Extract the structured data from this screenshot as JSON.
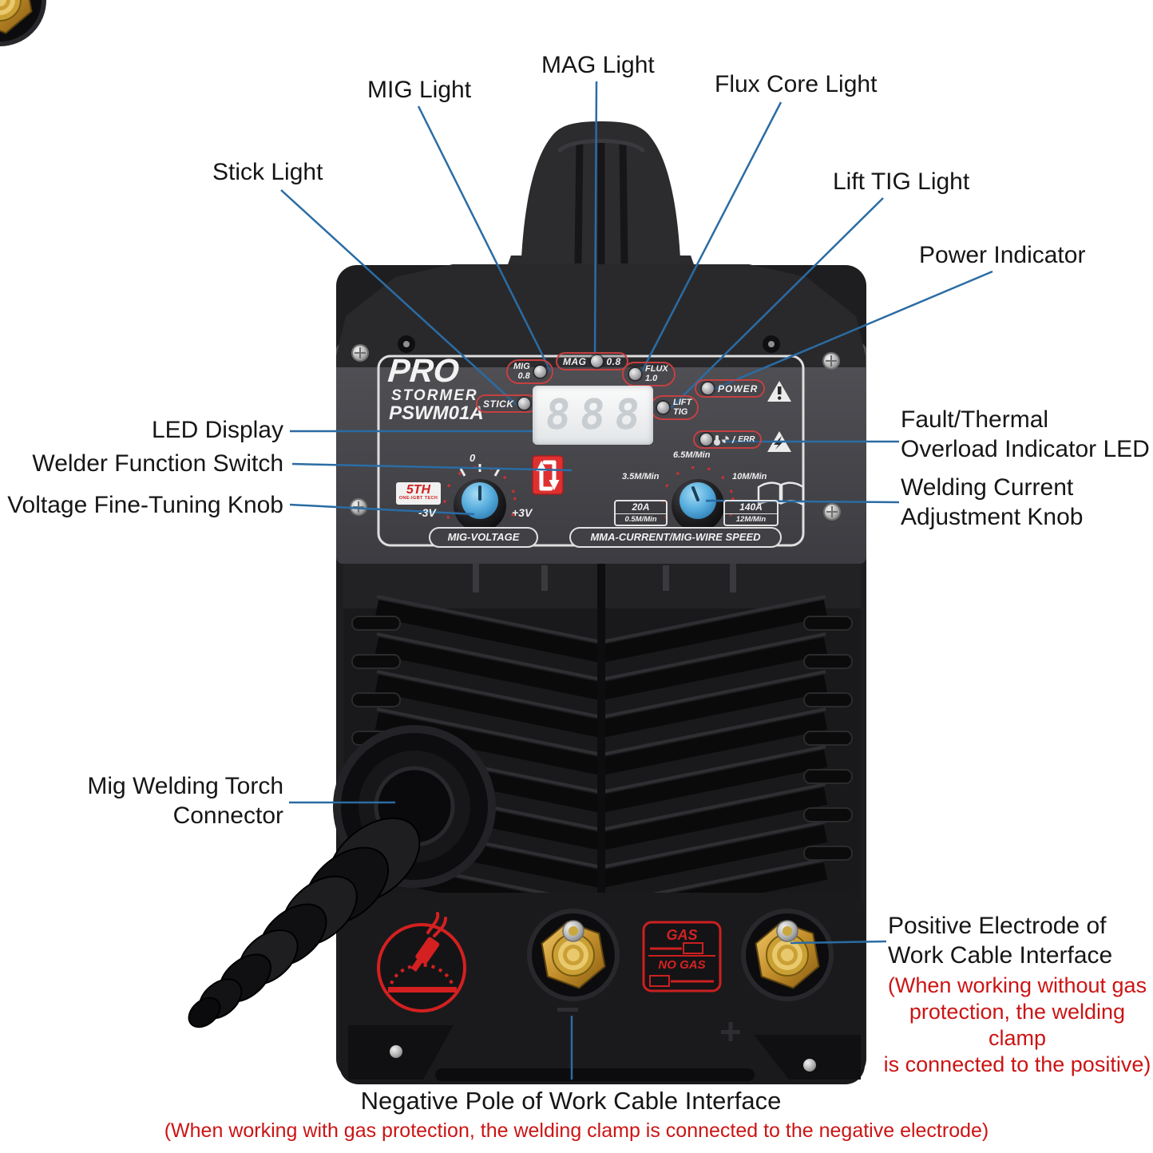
{
  "callouts": {
    "mag_light": "MAG Light",
    "mig_light": "MIG Light",
    "flux_core_light": "Flux Core Light",
    "stick_light": "Stick Light",
    "lift_tig_light": "Lift TIG Light",
    "power_indicator": "Power Indicator",
    "led_display": "LED Display",
    "welder_function_switch": "Welder Function Switch",
    "voltage_fine_tuning_knob": "Voltage Fine-Tuning Knob",
    "fault_thermal": {
      "line1": "Fault/Thermal",
      "line2": "Overload Indicator LED"
    },
    "welding_current": {
      "line1": "Welding Current",
      "line2": "Adjustment Knob"
    },
    "mig_torch": {
      "line1": "Mig Welding Torch",
      "line2": "Connector"
    },
    "positive_electrode": {
      "line1": "Positive Electrode of",
      "line2": "Work Cable Interface",
      "note_line1": "(When working without gas",
      "note_line2": "protection, the welding clamp",
      "note_line3": "is connected to the positive)"
    },
    "negative_pole": {
      "label": "Negative Pole of Work Cable Interface",
      "note": "(When working with gas protection, the welding clamp is connected to the negative electrode)"
    }
  },
  "panel": {
    "brand_top": "PRO",
    "brand_bottom": "STORMER",
    "model": "PSWM01A",
    "lights": {
      "mig": {
        "label": "MIG",
        "value": "0.8"
      },
      "mag": {
        "label": "MAG",
        "value": "0.8"
      },
      "flux": {
        "label": "FLUX",
        "value": "1.0"
      },
      "stick": {
        "label": "STICK"
      },
      "lift_tig": {
        "line1": "LIFT",
        "line2": "TIG"
      },
      "power": {
        "label": "POWER"
      },
      "err": {
        "label": "ERR",
        "slash": "/"
      }
    },
    "display_value": "888",
    "badge": {
      "title": "5TH",
      "subtitle": "ONE-IGBT TECH"
    },
    "voltage_knob": {
      "label": "MIG-VOLTAGE",
      "zero": "0",
      "min": "-3V",
      "max": "+3V"
    },
    "current_knob": {
      "label": "MMA-CURRENT/MIG-WIRE SPEED",
      "low": "3.5M/Min",
      "mid": "6.5M/Min",
      "high": "10M/Min",
      "min_amp": "20A",
      "min_speed": "0.5M/Min",
      "max_amp": "140A",
      "max_speed": "12M/Min"
    }
  },
  "bottom": {
    "gas_sign": {
      "gas": "GAS",
      "no_gas": "NO GAS"
    }
  },
  "colors": {
    "callout_line": "#2b6ca4",
    "label_text": "#161616",
    "note_red": "#cc1414",
    "knob_blue": "#58aede",
    "panel_marking_red": "#c83232"
  }
}
